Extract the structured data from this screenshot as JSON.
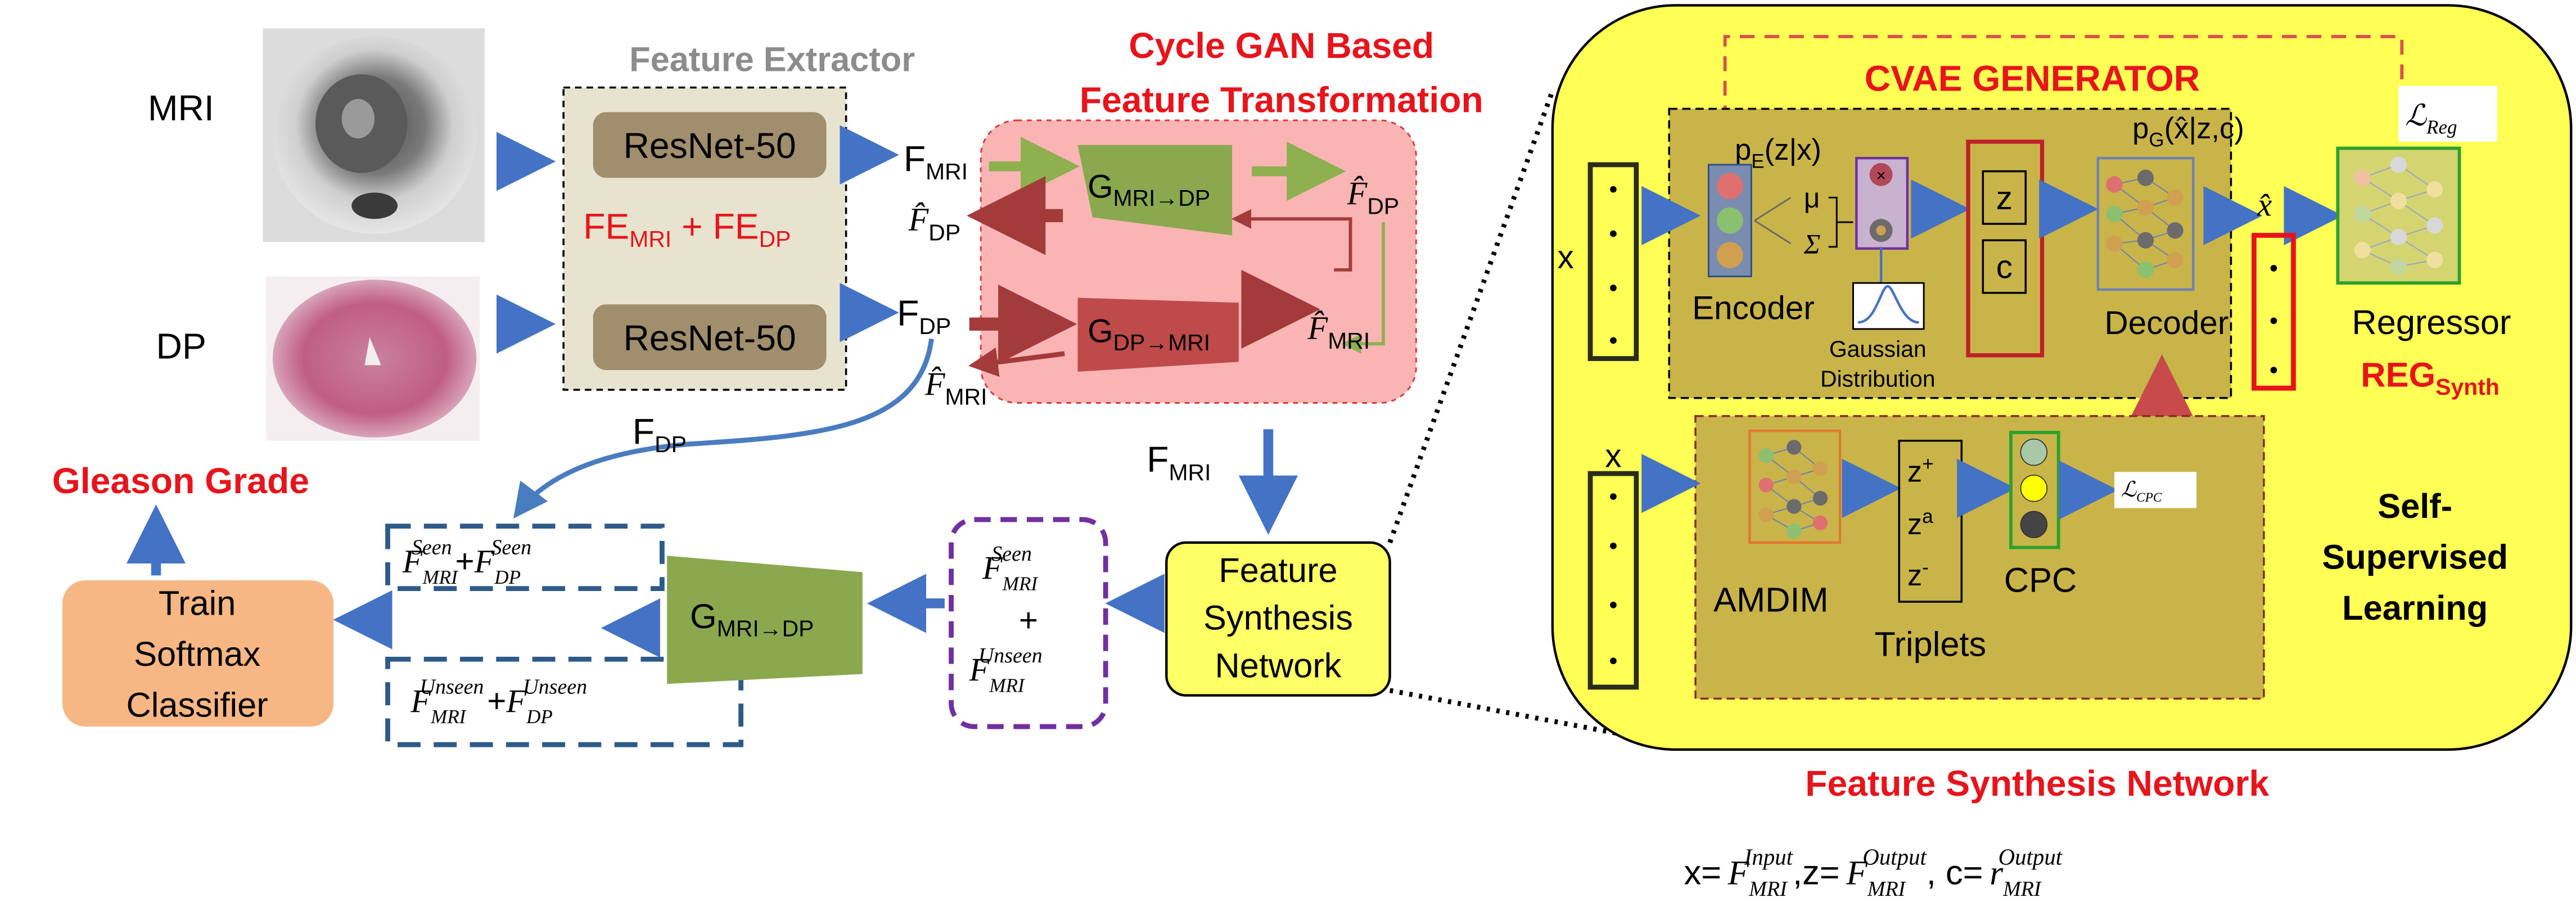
{
  "inputs": {
    "mri_label": "MRI",
    "dp_label": "DP"
  },
  "symbols": {
    "F": "F",
    "F_hat": "F̂",
    "G": "G",
    "L": "ℒ",
    "MRI": "MRI",
    "DP": "DP",
    "Seen": "Seen",
    "Unseen": "Unseen",
    "plus": "+"
  },
  "feature_extractor": {
    "title": "Feature Extractor",
    "resnet_top": "ResNet-50",
    "resnet_bottom": "ResNet-50",
    "fe_mri_base": "FE",
    "fe_mri_sub": "MRI",
    "fe_plus": " + ",
    "fe_dp_base": "FE",
    "fe_dp_sub": "DP"
  },
  "cycle_gan": {
    "title_line1": "Cycle GAN Based",
    "title_line2": "Feature Transformation",
    "g_mri_dp_sub": "MRI→DP",
    "g_dp_mri_sub": "DP→MRI"
  },
  "classification": {
    "gleason_grade": "Gleason Grade",
    "classifier_line1": "Train",
    "classifier_line2": "Softmax",
    "classifier_line3": "Classifier"
  },
  "synthesis": {
    "box_line1": "Feature",
    "box_line2": "Synthesis",
    "box_line3": "Network",
    "cvae_title": "CVAE GENERATOR",
    "reg_sub": "Reg",
    "x_label": "x",
    "pe_base": "p",
    "pe_sub": "E",
    "pe_rest": "(z|x)",
    "mu": "μ",
    "sigma": "Σ",
    "encoder": "Encoder",
    "gaussian_line1": "Gaussian",
    "gaussian_line2": "Distribution",
    "z": "z",
    "c": "c",
    "pg_base": "p",
    "pg_sub": "G",
    "pg_rest": "(x̂|z,c)",
    "decoder": "Decoder",
    "x_hat": "x̂",
    "regressor": "Regressor",
    "reg_base": "REG",
    "reg_synth_sub": "Synth",
    "amdim": "AMDIM",
    "plus_sup": "+",
    "a_sup": "a",
    "minus_sup": "-",
    "triplets": "Triplets",
    "cpc": "CPC",
    "cpc_sub": "CPC",
    "ssl_line1": "Self-",
    "ssl_line2": "Supervised",
    "ssl_line3": "Learning",
    "footer_title": "Feature Synthesis Network",
    "fx": "x=",
    "fz": ",z=",
    "fc": ", c=",
    "r": "r",
    "input": "Input",
    "output": "Output"
  }
}
